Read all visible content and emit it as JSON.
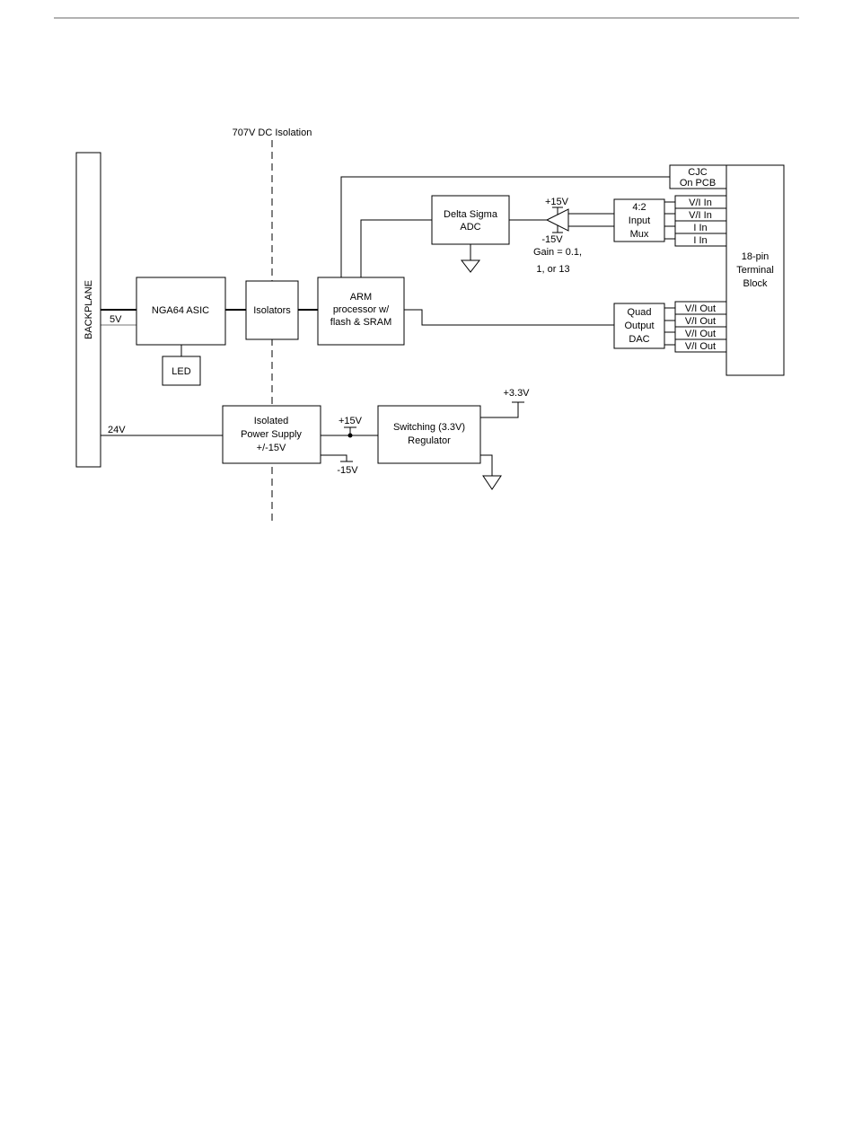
{
  "diagram": {
    "isolation_label": "707V DC Isolation",
    "backplane": "BACKPLANE",
    "asic": "NGA64 ASIC",
    "isolators": "Isolators",
    "arm": [
      "ARM",
      "processor w/",
      "flash & SRAM"
    ],
    "led": "LED",
    "adc": [
      "Delta Sigma",
      "ADC"
    ],
    "amp_plus": "+15V",
    "amp_minus": "-15V",
    "gain": [
      "Gain = 0.1,",
      "1,  or 13"
    ],
    "mux": [
      "4:2",
      "Input",
      "Mux"
    ],
    "cjc": [
      "CJC",
      "On PCB"
    ],
    "inputs": [
      "V/I In",
      "V/I In",
      "I In",
      "I In"
    ],
    "terminal": [
      "18-pin",
      "Terminal",
      "Block"
    ],
    "dac": [
      "Quad",
      "Output",
      "DAC"
    ],
    "outputs": [
      "V/I Out",
      "V/I Out",
      "V/I Out",
      "V/I Out"
    ],
    "v5": "5V",
    "v24": "24V",
    "psu": [
      "Isolated",
      "Power Supply",
      "+/-15V"
    ],
    "psu_plus": "+15V",
    "psu_minus": "-15V",
    "regulator": [
      "Switching (3.3V)",
      "Regulator"
    ],
    "v33": "+3.3V"
  }
}
